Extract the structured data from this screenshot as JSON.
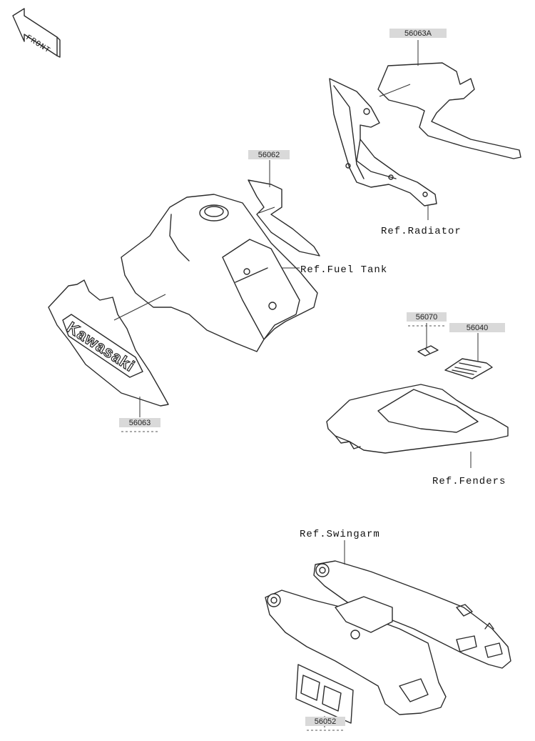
{
  "front_label": "FRONT",
  "decal_word": "Kawasaki",
  "part_numbers": {
    "p56063A": "56063A",
    "p56062": "56062",
    "p56063": "56063",
    "p56070": "56070",
    "p56040": "56040",
    "p56052": "56052"
  },
  "references": {
    "radiator": "Ref.Radiator",
    "fuel_tank": "Ref.Fuel Tank",
    "fenders": "Ref.Fenders",
    "swingarm": "Ref.Swingarm"
  }
}
